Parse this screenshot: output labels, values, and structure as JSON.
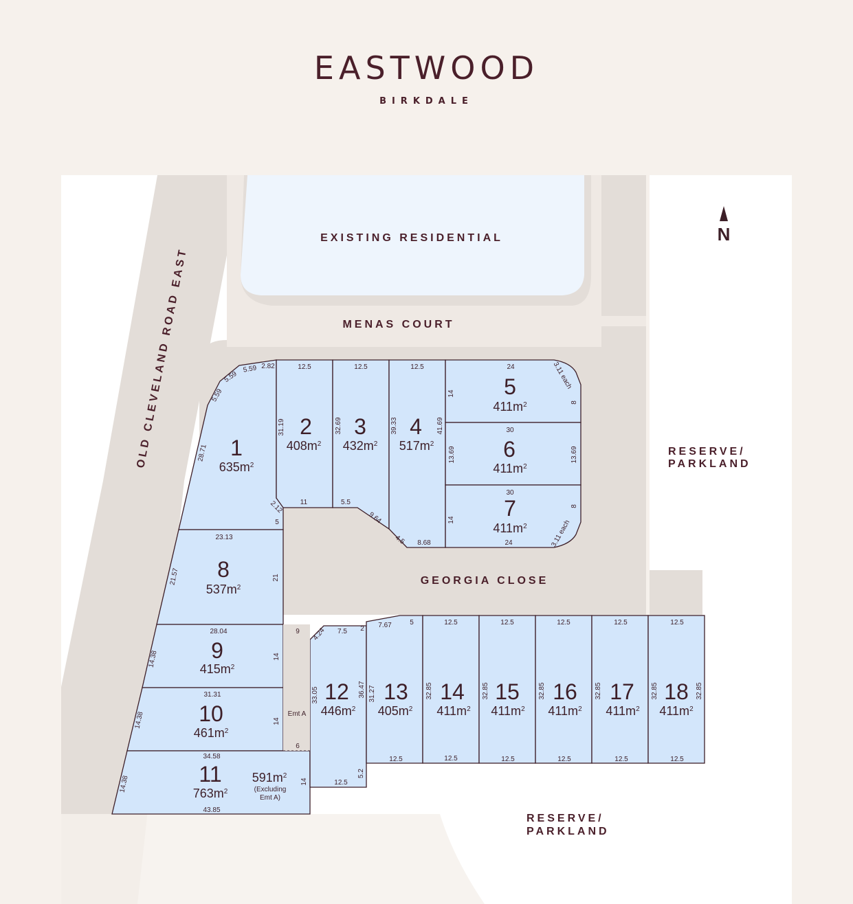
{
  "brand": {
    "title": "EASTWOOD",
    "subtitle": "BIRKDALE"
  },
  "labels": {
    "existing": "EXISTING RESIDENTIAL",
    "menas": "MENAS COURT",
    "old_cleveland": "OLD CLEVELAND ROAD EAST",
    "georgia": "GEORGIA CLOSE",
    "reserve_east_1": "RESERVE/",
    "reserve_east_2": "PARKLAND",
    "reserve_south_1": "RESERVE/",
    "reserve_south_2": "PARKLAND",
    "north": "N",
    "easement": "Emt A",
    "lot11_alt_area": "591m",
    "lot11_note_1": "(Excluding",
    "lot11_note_2": "Emt A)"
  },
  "lots": [
    {
      "id": "1",
      "area": "635m"
    },
    {
      "id": "2",
      "area": "408m"
    },
    {
      "id": "3",
      "area": "432m"
    },
    {
      "id": "4",
      "area": "517m"
    },
    {
      "id": "5",
      "area": "411m"
    },
    {
      "id": "6",
      "area": "411m"
    },
    {
      "id": "7",
      "area": "411m"
    },
    {
      "id": "8",
      "area": "537m"
    },
    {
      "id": "9",
      "area": "415m"
    },
    {
      "id": "10",
      "area": "461m"
    },
    {
      "id": "11",
      "area": "763m"
    },
    {
      "id": "12",
      "area": "446m"
    },
    {
      "id": "13",
      "area": "405m"
    },
    {
      "id": "14",
      "area": "411m"
    },
    {
      "id": "15",
      "area": "411m"
    },
    {
      "id": "16",
      "area": "411m"
    },
    {
      "id": "17",
      "area": "411m"
    },
    {
      "id": "18",
      "area": "411m"
    }
  ],
  "dims": [
    "2.82",
    "5.59",
    "5.59",
    "5.59",
    "28.71",
    "2.12",
    "5",
    "12.5",
    "31.19",
    "11",
    "12.5",
    "32.69",
    "5.5",
    "9.64",
    "12.5",
    "39.33",
    "41.69",
    "4.5",
    "8.68",
    "24",
    "3.11 each",
    "14",
    "8",
    "30",
    "13.69",
    "13.69",
    "30",
    "14",
    "8",
    "24",
    "3.11 each",
    "23.13",
    "21.57",
    "21",
    "28.04",
    "14.38",
    "14",
    "9",
    "31.31",
    "14.38",
    "14",
    "6",
    "34.58",
    "14.38",
    "14",
    "43.85",
    "4.24",
    "7.5",
    "2",
    "33.05",
    "36.47",
    "12.5",
    "5.2",
    "7.67",
    "5",
    "31.27",
    "12.5",
    "12.5",
    "32.85",
    "12.5",
    "12.5",
    "32.85",
    "12.5",
    "12.5",
    "32.85",
    "12.5",
    "12.5",
    "32.85",
    "12.5",
    "12.5",
    "32.85",
    "12.5",
    "32.85",
    "12.5"
  ]
}
